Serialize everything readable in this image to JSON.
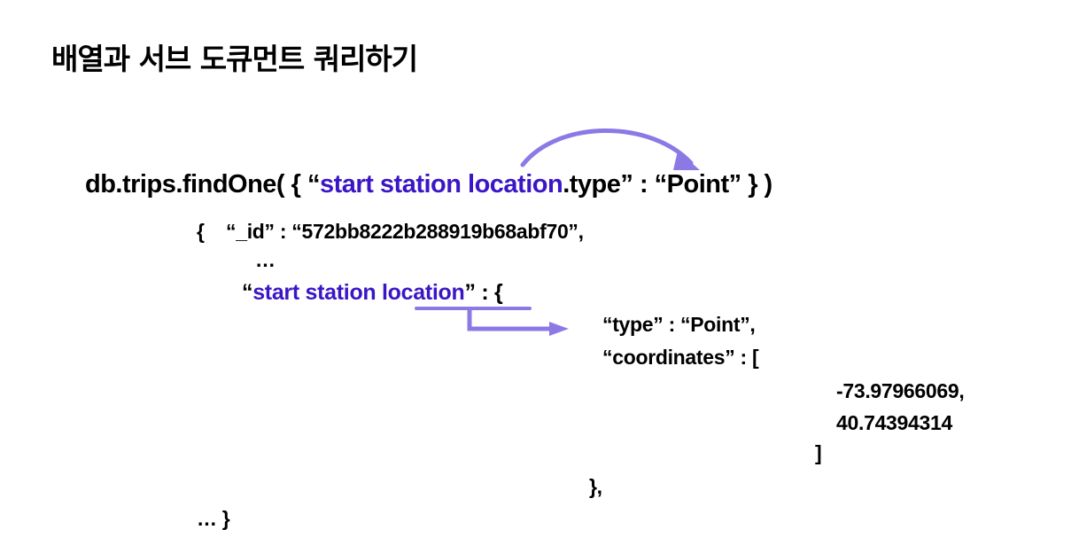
{
  "title": "배열과 서브 도큐먼트 쿼리하기",
  "colors": {
    "highlight": "#3a16c6",
    "arrow": "#8c79e6"
  },
  "query": {
    "prefix": "db.trips.findOne( { “",
    "field_highlight": "start station location",
    "field_suffix": ".type",
    "rest": "” : “Point” } )"
  },
  "doc": {
    "open_id": "{    “_id” : “572bb8222b288919b68abf70”,",
    "ellipsis": "…",
    "ssl_open_quote": "“",
    "ssl_start": "start station ",
    "ssl_location": "location",
    "ssl_close": "” : {",
    "type_line": "“type” : “Point”,",
    "coords_line": "“coordinates” : [",
    "coord_1": "-73.97966069,",
    "coord_2": "40.74394314",
    "bracket_close": "]",
    "sub_close": "},",
    "doc_close": "… }"
  }
}
